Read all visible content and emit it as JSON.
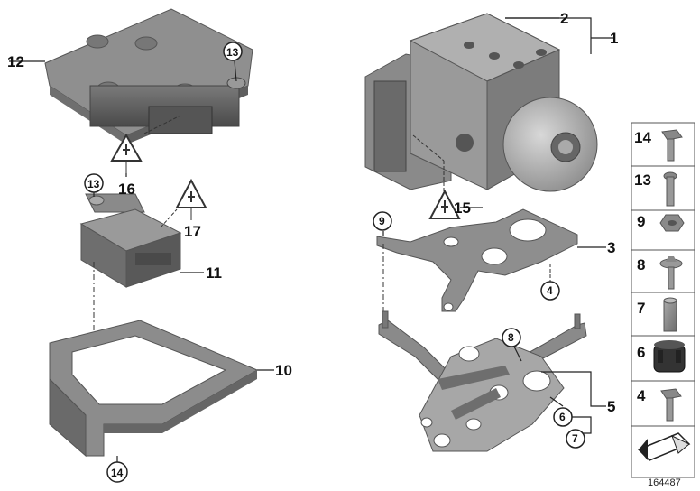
{
  "callouts": {
    "c1": "1",
    "c2": "2",
    "c3": "3",
    "c4": "4",
    "c5": "5",
    "c6": "6",
    "c7": "7",
    "c8": "8",
    "c9": "9",
    "c10": "10",
    "c11": "11",
    "c12": "12",
    "c13a": "13",
    "c13b": "13",
    "c14": "14",
    "c15": "15",
    "c16": "16",
    "c17": "17"
  },
  "side_panel": {
    "items": [
      "14",
      "13",
      "9",
      "8",
      "7",
      "6",
      "4"
    ]
  },
  "diagram_number": "164487"
}
